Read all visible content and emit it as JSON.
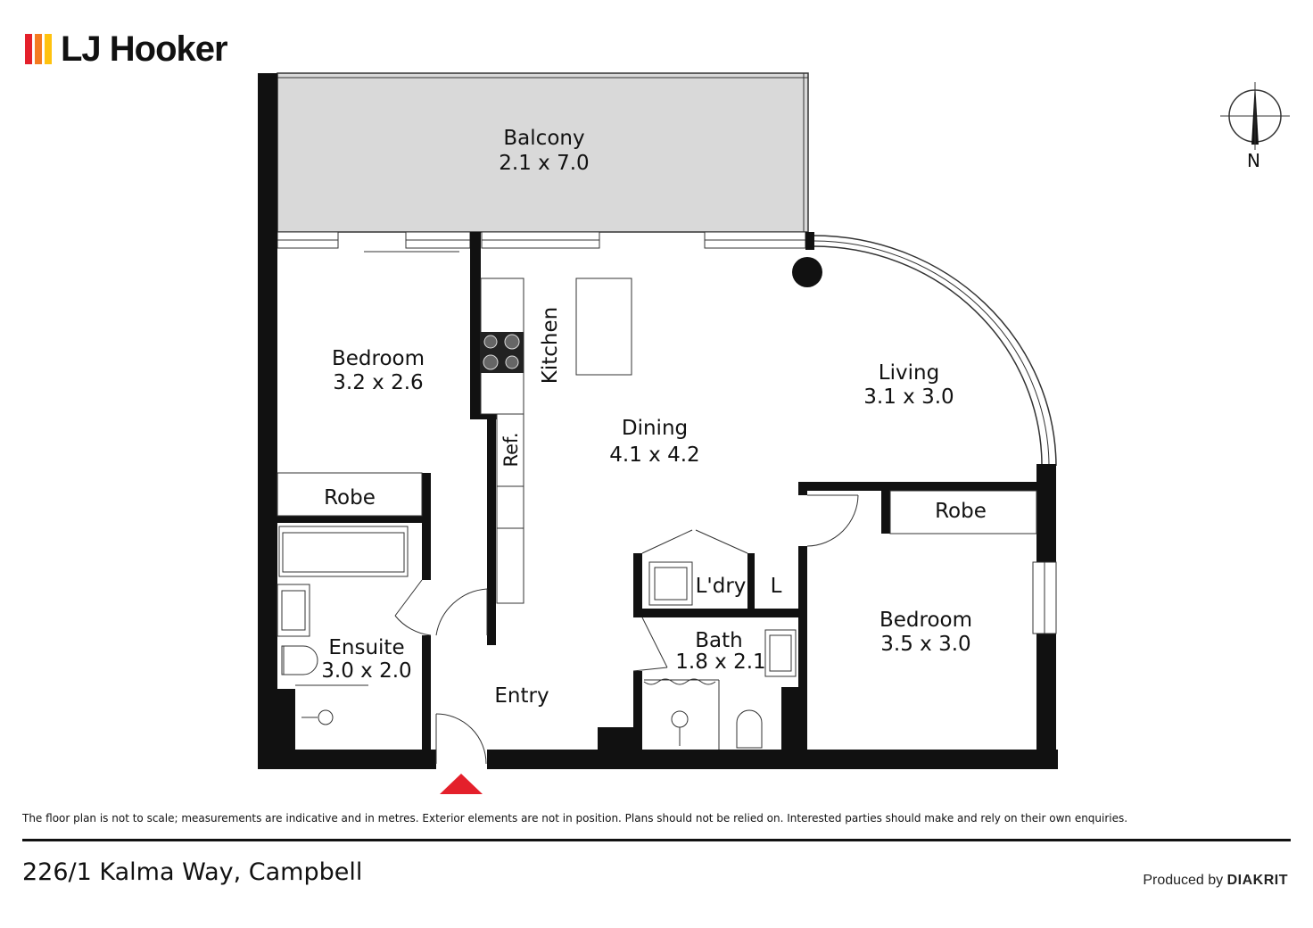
{
  "brand": {
    "name": "LJ Hooker",
    "colors": [
      "#e4202b",
      "#f47b20",
      "#ffc20e"
    ]
  },
  "rooms": {
    "balcony": {
      "name": "Balcony",
      "size": "2.1 x 7.0"
    },
    "bedroom1": {
      "name": "Bedroom",
      "size": "3.2 x 2.6"
    },
    "kitchen": {
      "name": "Kitchen"
    },
    "ref": {
      "name": "Ref."
    },
    "dining": {
      "name": "Dining",
      "size": "4.1 x 4.2"
    },
    "living": {
      "name": "Living",
      "size": "3.1 x 3.0"
    },
    "robe1": {
      "name": "Robe"
    },
    "robe2": {
      "name": "Robe"
    },
    "laundry": {
      "name": "L'dry"
    },
    "linen": {
      "name": "L"
    },
    "bath": {
      "name": "Bath",
      "size": "1.8 x 2.1"
    },
    "bedroom2": {
      "name": "Bedroom",
      "size": "3.5 x 3.0"
    },
    "ensuite": {
      "name": "Ensuite",
      "size": "3.0 x 2.0"
    },
    "entry": {
      "name": "Entry"
    }
  },
  "compass": {
    "label": "N"
  },
  "entry_marker_color": "#e4202b",
  "disclaimer": "The floor plan is not to scale; measurements are indicative and in metres. Exterior elements are not in position. Plans should not be relied on. Interested parties should make and rely on their own enquiries.",
  "address": "226/1 Kalma Way, Campbell",
  "produced_by": {
    "prefix": "Produced by",
    "brand": "DIAKRIT"
  }
}
